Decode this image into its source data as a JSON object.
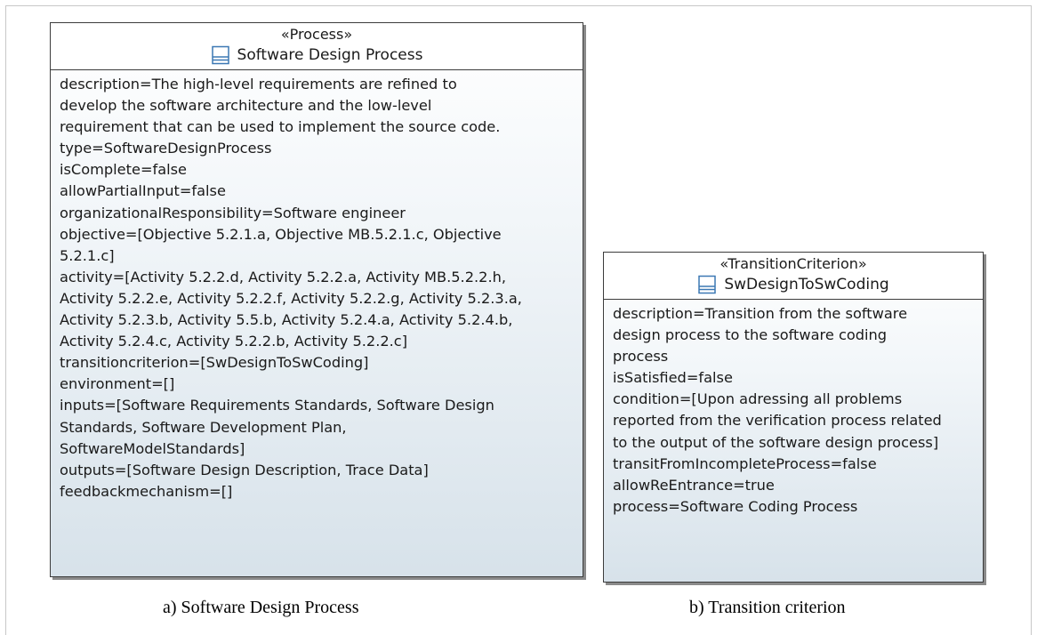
{
  "diagram_a": {
    "stereotype": "«Process»",
    "name": "Software Design Process",
    "icon": "class-icon",
    "attribute_lines": [
      "description=The high-level requirements are refined to",
      "develop the software architecture and the low-level",
      "requirement that can be used to implement the source code.",
      "type=SoftwareDesignProcess",
      "isComplete=false",
      "allowPartialInput=false",
      "organizationalResponsibility=Software engineer",
      "objective=[Objective 5.2.1.a, Objective MB.5.2.1.c, Objective",
      "5.2.1.c]",
      "activity=[Activity 5.2.2.d, Activity 5.2.2.a, Activity MB.5.2.2.h,",
      "Activity 5.2.2.e, Activity 5.2.2.f, Activity 5.2.2.g, Activity 5.2.3.a,",
      "Activity 5.2.3.b, Activity 5.5.b, Activity 5.2.4.a, Activity 5.2.4.b,",
      "Activity 5.2.4.c, Activity 5.2.2.b, Activity 5.2.2.c]",
      "transitioncriterion=[SwDesignToSwCoding]",
      "environment=[]",
      "inputs=[Software Requirements Standards, Software Design",
      "Standards, Software Development Plan,",
      "SoftwareModelStandards]",
      "outputs=[Software Design Description, Trace Data]",
      "feedbackmechanism=[]"
    ],
    "caption": "a) Software Design Process"
  },
  "diagram_b": {
    "stereotype": "«TransitionCriterion»",
    "name": "SwDesignToSwCoding",
    "icon": "class-icon",
    "attribute_lines": [
      "description=Transition from the software",
      "design process to the software coding",
      "process",
      "isSatisfied=false",
      "condition=[Upon adressing all problems",
      "reported from the verification process related",
      "to the output of the software design process]",
      "transitFromIncompleteProcess=false",
      "allowReEntrance=true",
      "process=Software Coding Process"
    ],
    "caption": "b) Transition criterion"
  },
  "colors": {
    "border": "#3c3c3c",
    "icon_blue": "#3c78b4",
    "gradient_bottom": "#d7e2ea"
  }
}
